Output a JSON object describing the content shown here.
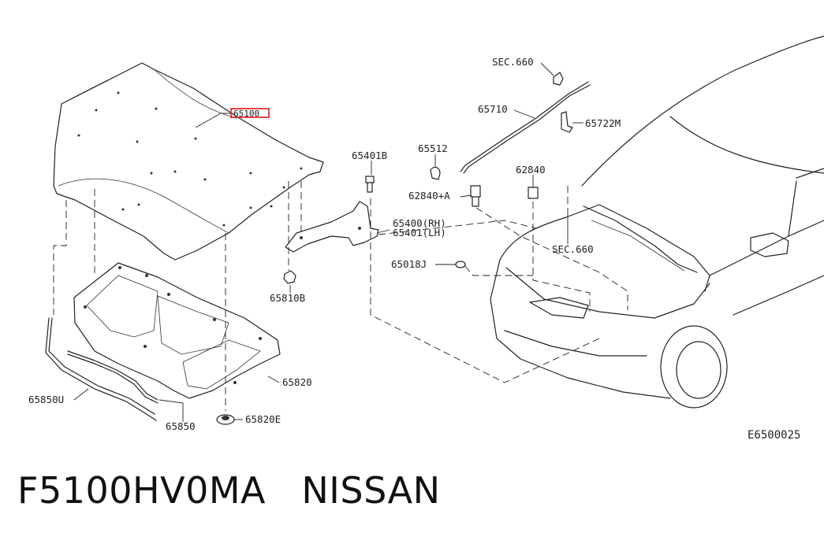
{
  "labels": {
    "hood": "65100",
    "hood_insulator": "65820",
    "insulator_clip": "65820E",
    "seal_front": "65850",
    "seal_side": "65850U",
    "bolt_hinge": "65401B",
    "nut_hinge": "65810B",
    "hinge_rh": "65400(RH)",
    "hinge_lh": "65401(LH)",
    "bumper_rubber": "65018J",
    "stay_clip": "65512",
    "hood_stay": "65710",
    "sec660_top": "SEC.660",
    "sec660_body": "SEC.660",
    "bracket": "65722M",
    "screw_62840": "62840",
    "screw_62840a": "62840+A",
    "diagram_id": "E6500025"
  },
  "caption": {
    "part_number": "F5100HV0MA",
    "brand": "NISSAN"
  },
  "colors": {
    "highlight_box": "#e8141c"
  }
}
